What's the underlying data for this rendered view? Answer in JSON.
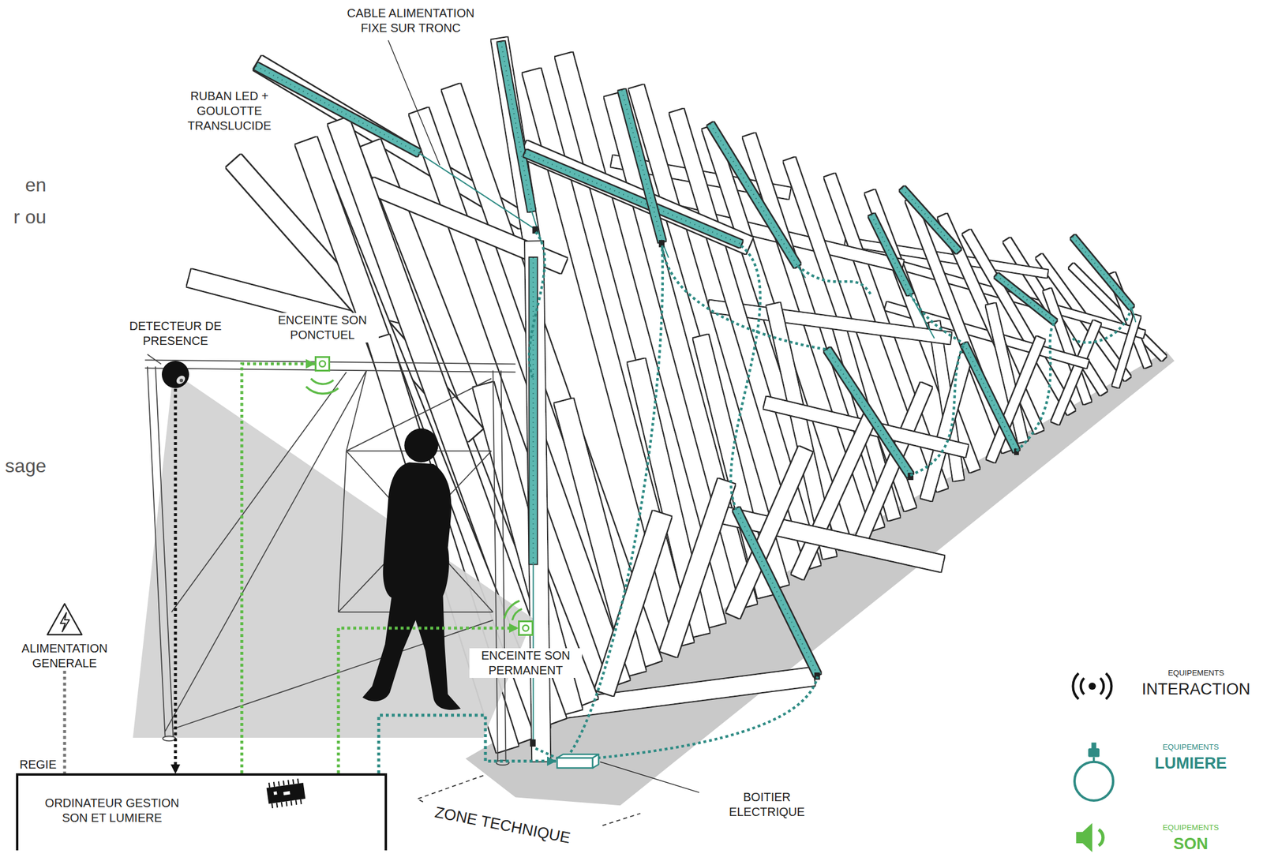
{
  "diagram": {
    "nodes": [
      {
        "text": [
          "DETECTEUR DE PRESENCE"
        ]
      },
      {
        "text": [
          "ENCEINTE SON PONCTUEL"
        ]
      },
      {
        "text": [
          "ENCEINTE SON PERMANENT"
        ]
      },
      {
        "text": [
          "ALIMENTATION GENERALE"
        ]
      },
      {
        "text": [
          "BOITIER ELECTRIQUE"
        ]
      },
      {
        "text": [
          "REGIE",
          "ORDINATEUR GESTION SON ET LUMIERE"
        ]
      }
    ],
    "edges": [
      {
        "from": 0,
        "to": 5,
        "arrow": "to"
      },
      {
        "from": 5,
        "to": 1,
        "arrow": "to"
      },
      {
        "from": 5,
        "to": 2,
        "arrow": "to"
      },
      {
        "from": 5,
        "to": 4,
        "arrow": "to"
      },
      {
        "from": 3,
        "to": 5,
        "arrow": "none"
      }
    ],
    "labels": [
      "CABLE ALIMENTATION FIXE SUR TRONC",
      "RUBAN LED + GOULOTTE TRANSLUCIDE",
      "en",
      "r ou",
      "sage",
      "ZONE TECHNIQUE"
    ],
    "legend": [
      {
        "text": "EQUIPEMENTS INTERACTION"
      },
      {
        "text": "EQUIPEMENTS LUMIERE"
      },
      {
        "text": "EQUIPEMENTS SON"
      }
    ]
  }
}
